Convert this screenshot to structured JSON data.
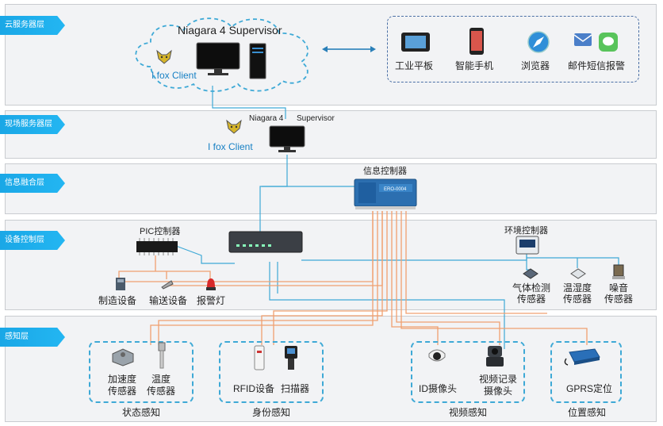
{
  "layers": {
    "cloud": "云服务器层",
    "field_server": "现场服务器层",
    "fusion": "信息融合层",
    "device_control": "设备控制层",
    "sensing": "感知层"
  },
  "cloud": {
    "supervisor": "Niagara 4 Supervisor",
    "client": "I fox Client",
    "clients": [
      "工业平板",
      "智能手机",
      "浏览器",
      "邮件短信报警"
    ]
  },
  "field": {
    "niagara": "Niagara 4",
    "supervisor": "Supervisor",
    "client": "I fox Client"
  },
  "fusion": {
    "controller": "信息控制器",
    "device_label": "ERO-0004"
  },
  "device_control": {
    "pic": "PIC控制器",
    "pic_devices": [
      "制造设备",
      "输送设备",
      "报警灯"
    ],
    "env": "环境控制器",
    "env_sensors": [
      [
        "气体检测",
        "传感器"
      ],
      [
        "温湿度",
        "传感器"
      ],
      [
        "噪音",
        "传感器"
      ]
    ]
  },
  "sensing": {
    "groups": [
      {
        "name": "状态感知",
        "items": [
          [
            "加速度",
            "传感器"
          ],
          [
            "温度",
            "传感器"
          ]
        ]
      },
      {
        "name": "身份感知",
        "items": [
          [
            "RFID设备"
          ],
          [
            "扫描器"
          ]
        ]
      },
      {
        "name": "视频感知",
        "items": [
          [
            "ID摄像头"
          ],
          [
            "视频记录",
            "摄像头"
          ]
        ]
      },
      {
        "name": "位置感知",
        "items": [
          [
            "GPRS定位"
          ]
        ]
      }
    ]
  },
  "colors": {
    "accent": "#1aa7e6",
    "line_blue": "#3ea9d6",
    "line_orange": "#f0a070"
  }
}
